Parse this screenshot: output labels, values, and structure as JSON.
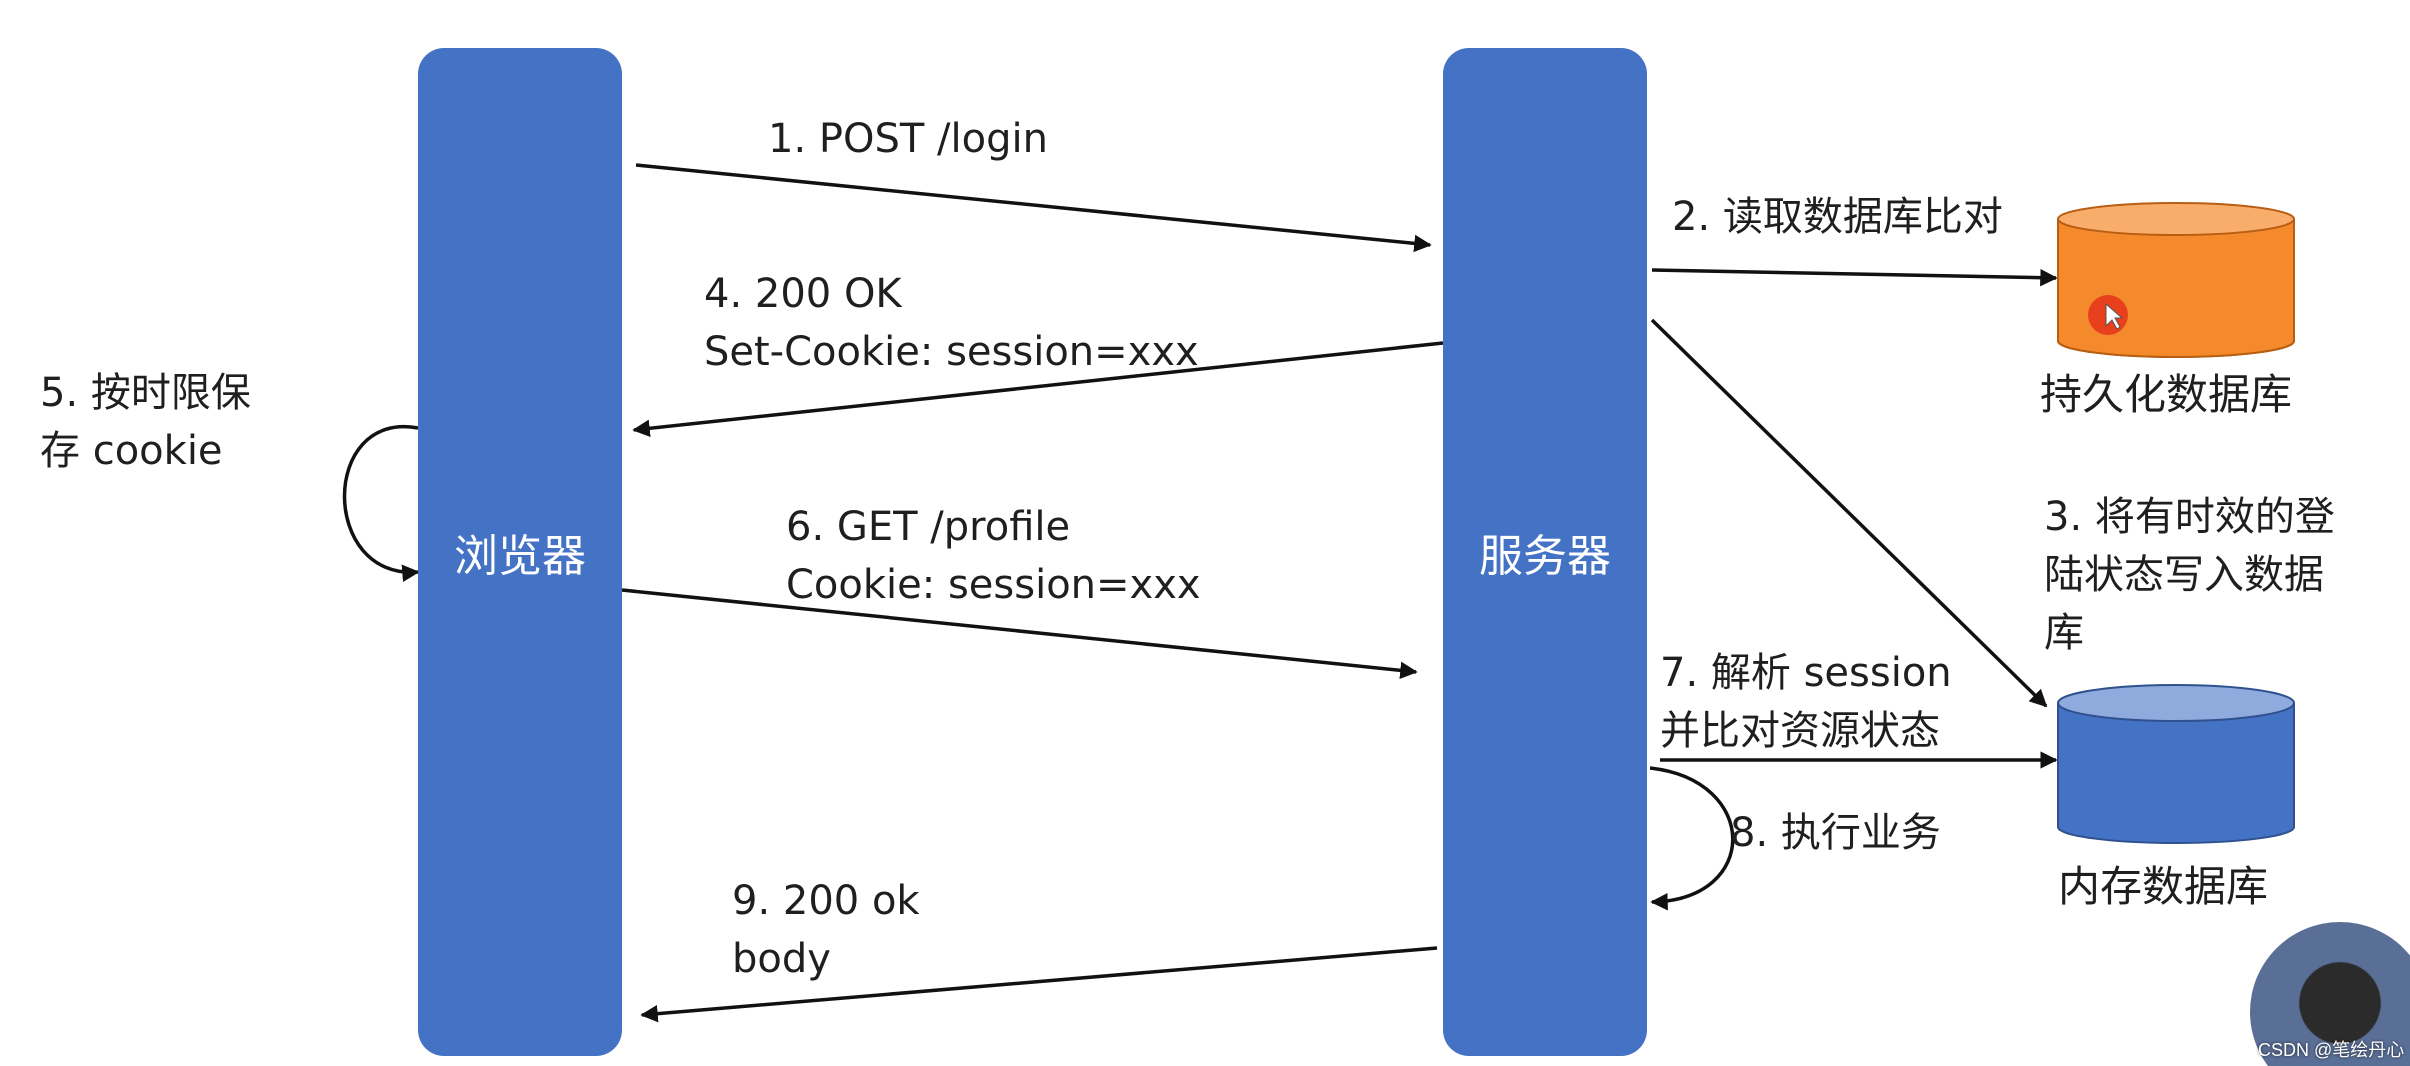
{
  "participants": {
    "browser": "浏览器",
    "server": "服务器"
  },
  "databases": {
    "persistent": "持久化数据库",
    "memory": "内存数据库"
  },
  "steps": {
    "s1": "1. POST /login",
    "s2": "2. 读取数据库比对",
    "s3": [
      "3. 将有时效的登",
      "陆状态写入数据",
      "库"
    ],
    "s4": [
      "4. 200 OK",
      "Set-Cookie: session=xxx"
    ],
    "s5": [
      "5. 按时限保",
      "存 cookie"
    ],
    "s6": [
      "6. GET /profile",
      "Cookie: session=xxx"
    ],
    "s7": [
      "7. 解析 session",
      "并比对资源状态"
    ],
    "s8": "8. 执行业务",
    "s9": [
      "9. 200 ok",
      "body"
    ]
  },
  "watermark": "CSDN @笔绘丹心",
  "colors": {
    "lane": "#4472c4",
    "persistent_db": "#f48a2c",
    "memory_db": "#4472c4",
    "cursor": "#e8401c"
  }
}
